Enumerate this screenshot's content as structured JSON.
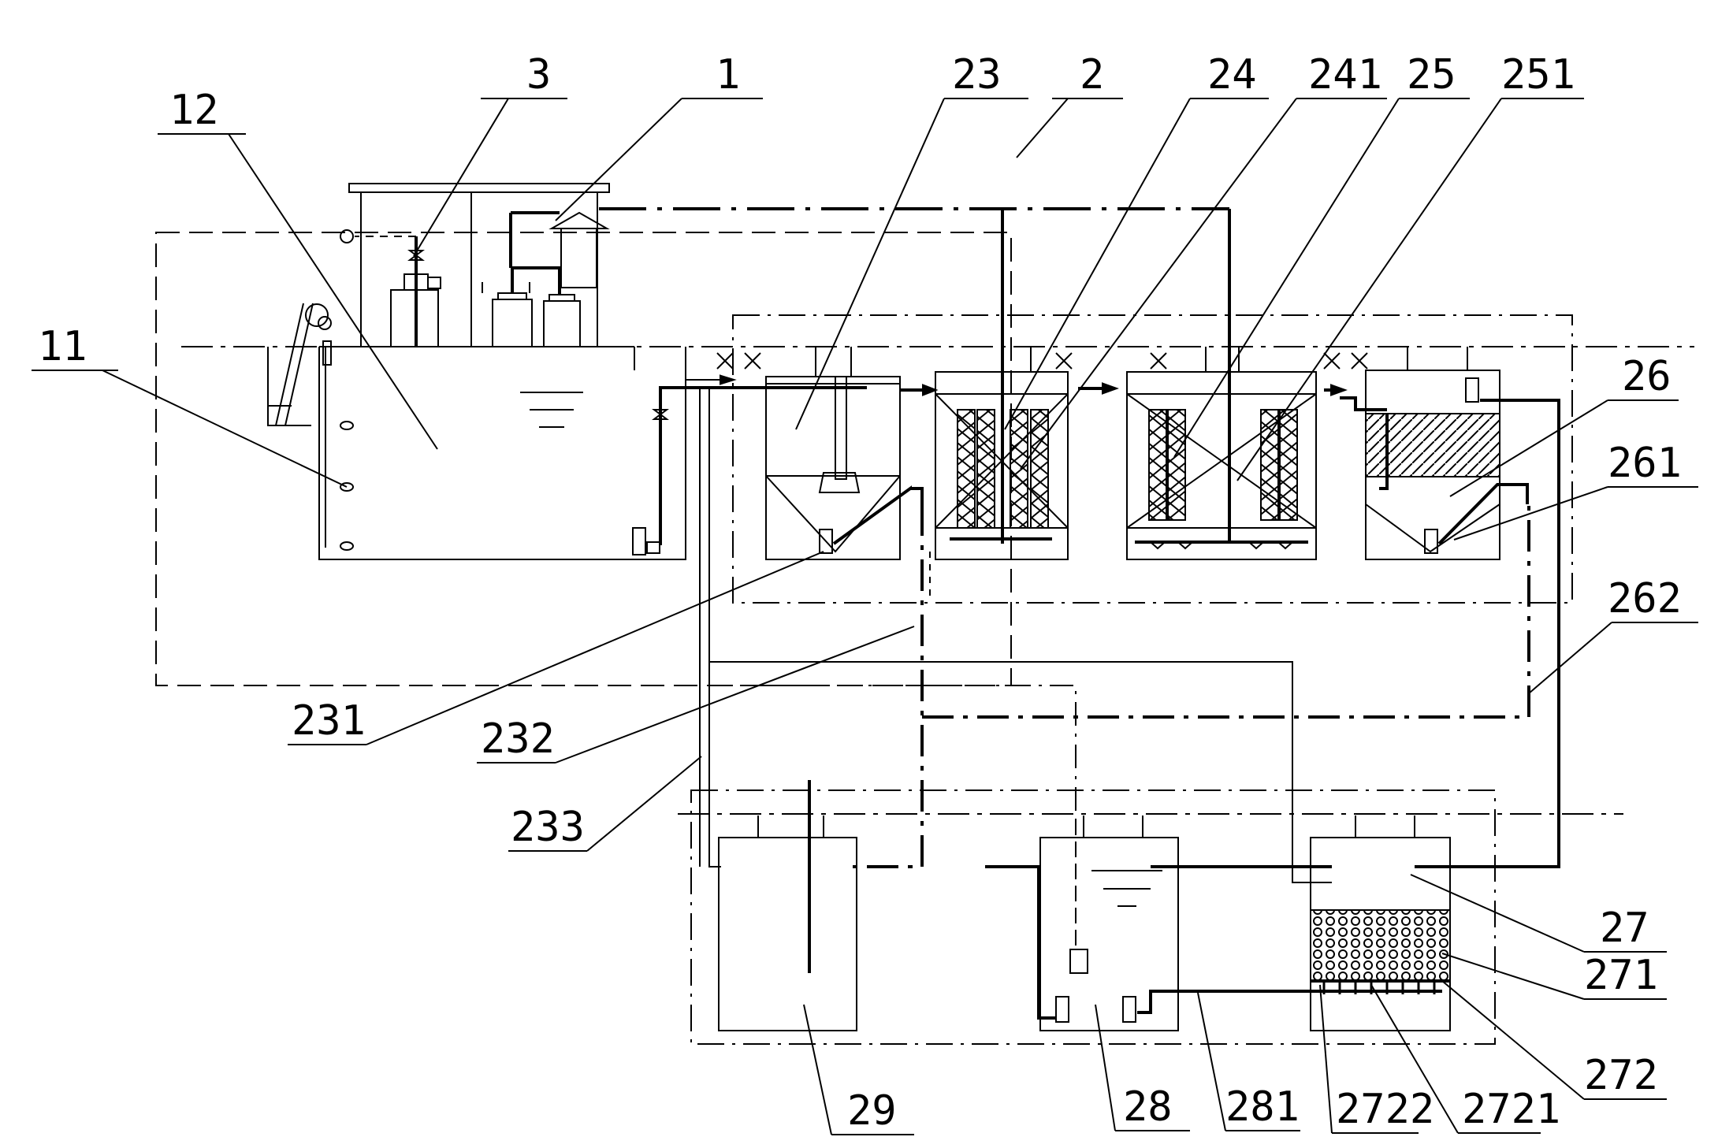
{
  "labels": {
    "n3": "3",
    "n1": "1",
    "n12": "12",
    "n23": "23",
    "n2": "2",
    "n24": "24",
    "n241": "241",
    "n25": "25",
    "n251": "251",
    "n11": "11",
    "n26": "26",
    "n261": "261",
    "n262": "262",
    "n231": "231",
    "n232": "232",
    "n233": "233",
    "n27": "27",
    "n271": "271",
    "n272": "272",
    "n29": "29",
    "n28": "28",
    "n281": "281",
    "n2722": "2722",
    "n2721": "2721"
  },
  "colors": {
    "line": "#000000",
    "background": "#ffffff"
  }
}
